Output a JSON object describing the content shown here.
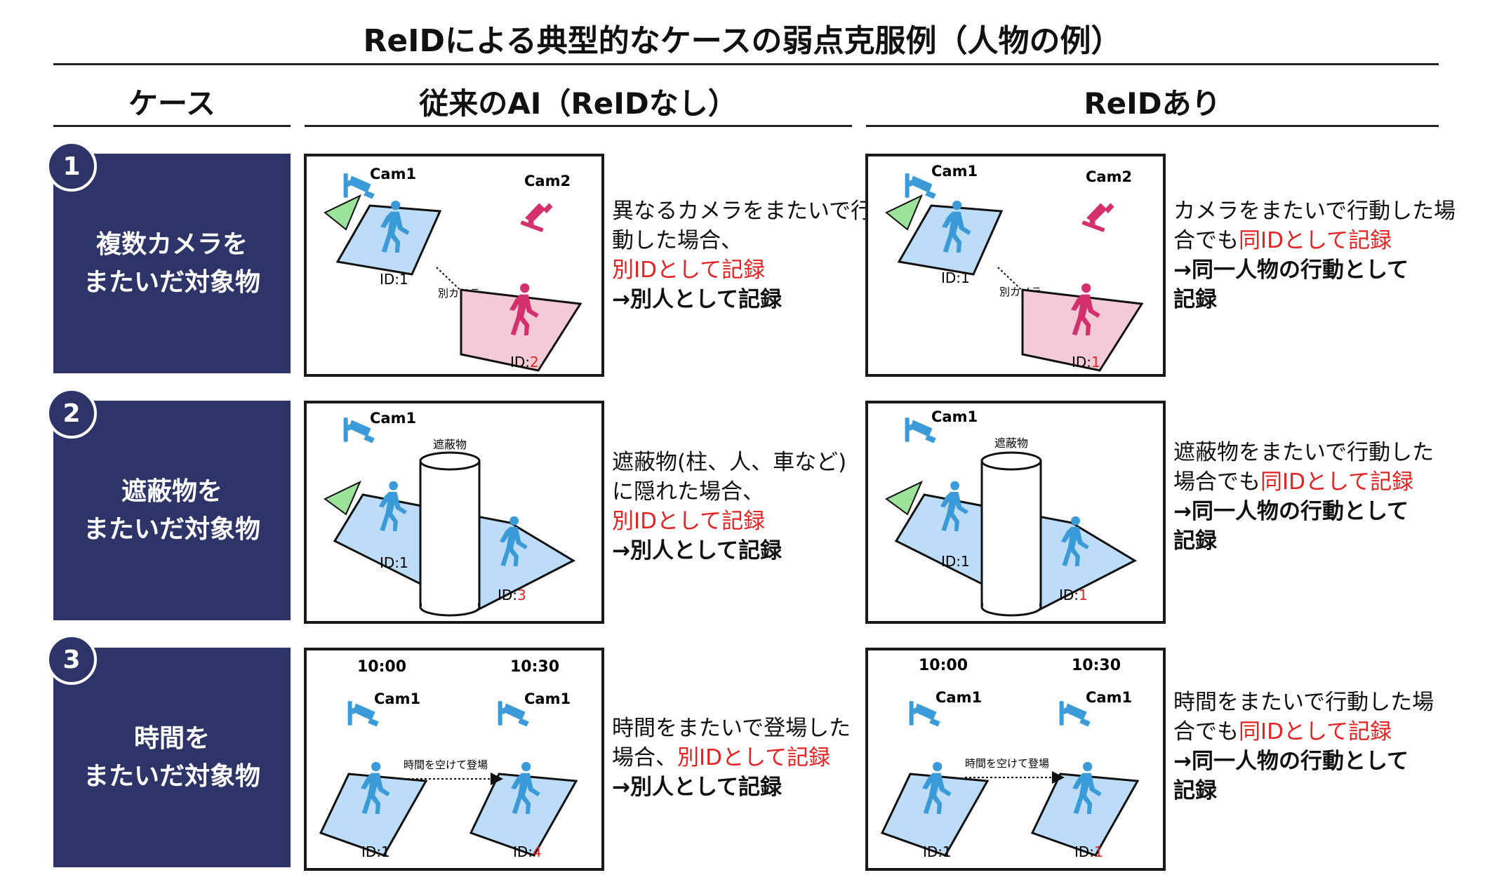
{
  "title": "ReIDによる典型的なケースの弱点克服例（人物の例）",
  "headers": {
    "case": "ケース",
    "conventional": "従来のAI（ReIDなし）",
    "reid": "ReIDあり"
  },
  "colors": {
    "case_bg": "#2d3468",
    "accent_red": "#e52222",
    "floor_blue": "#bcdcf7",
    "floor_pink": "#f4cad6",
    "person_blue": "#3a9bd8",
    "person_pink": "#d5306e",
    "cone_green": "#9be29b"
  },
  "cases": [
    {
      "number": "1",
      "line1": "複数カメラを",
      "line2": "またいだ対象物",
      "cam_a": "Cam1",
      "cam_b": "Cam2",
      "arrow_label": "別カメラ",
      "id_prefix": "ID:",
      "id_a": "1",
      "conv_id_b": "2",
      "reid_id_b": "1",
      "conv_text": [
        "異なるカメラをまたいで行",
        "動した場合、",
        "別IDとして記録",
        "→別人として記録"
      ],
      "reid_text": [
        "カメラをまたいで行動した場",
        "合でも",
        "同IDとして記録",
        "→同一人物の行動として",
        "記録"
      ]
    },
    {
      "number": "2",
      "line1": "遮蔽物を",
      "line2": "またいだ対象物",
      "cam_a": "Cam1",
      "obstacle_label": "遮蔽物",
      "id_prefix": "ID:",
      "id_a": "1",
      "conv_id_b": "3",
      "reid_id_b": "1",
      "conv_text": [
        "遮蔽物(柱、人、車など)",
        "に隠れた場合、",
        "別IDとして記録",
        "→別人として記録"
      ],
      "reid_text": [
        "遮蔽物をまたいで行動した",
        "場合でも",
        "同IDとして記録",
        "→同一人物の行動として",
        "記録"
      ]
    },
    {
      "number": "3",
      "line1": "時間を",
      "line2": "またいだ対象物",
      "time_a": "10:00",
      "time_b": "10:30",
      "cam_a": "Cam1",
      "cam_b": "Cam1",
      "arrow_label": "時間を空けて登場",
      "id_prefix": "ID:",
      "id_a": "1",
      "conv_id_b": "4",
      "reid_id_b": "1",
      "conv_text": [
        "時間をまたいで登場した",
        "場合、",
        "別IDとして記録",
        "→別人として記録"
      ],
      "reid_text": [
        "時間をまたいで行動した場",
        "合でも",
        "同IDとして記録",
        "→同一人物の行動として",
        "記録"
      ]
    }
  ]
}
